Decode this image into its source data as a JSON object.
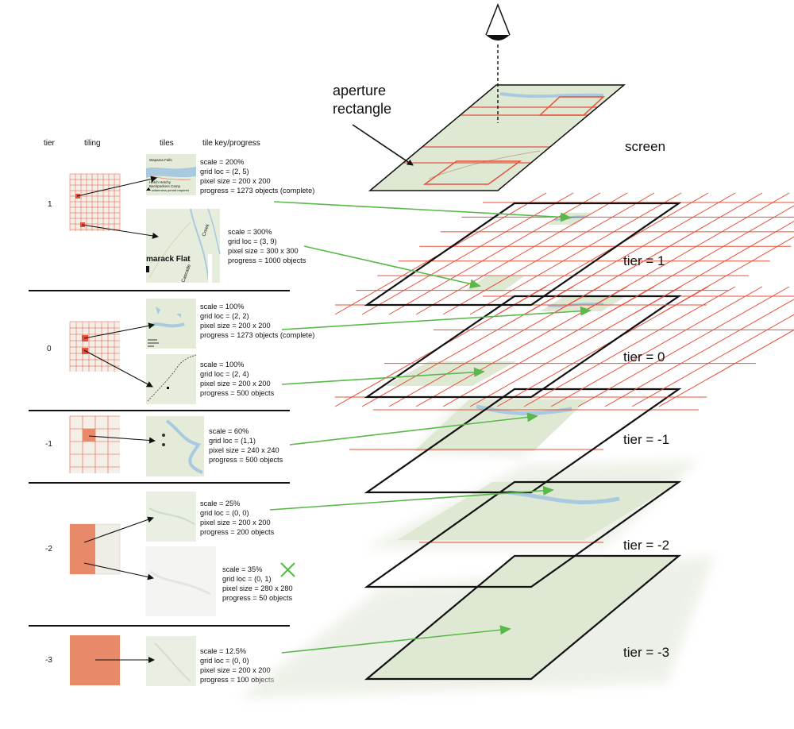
{
  "headers": {
    "tier": "tier",
    "tiling": "tiling",
    "tiles": "tiles",
    "tile_key": "tile key/progress"
  },
  "stack": {
    "aperture_label_line1": "aperture",
    "aperture_label_line2": "rectangle",
    "screen": "screen",
    "tiers": [
      "tier = 1",
      "tier = 0",
      "tier = -1",
      "tier = -2",
      "tier = -3"
    ]
  },
  "map_text": {
    "t1a": [
      "Wapama Falls",
      "Hetch Hetchy",
      "Backpackers Camp",
      "wilderness permit required"
    ],
    "t1b": "marack Flat",
    "t1b_creek": "Creek",
    "t1b_cascade": "Cascade"
  },
  "rows": [
    {
      "tier": "1",
      "tiles": [
        {
          "key": [
            "scale = 200%",
            "grid loc = (2, 5)",
            "pixel size = 200 x 200",
            "progress = 1273 objects (complete)"
          ]
        },
        {
          "key": [
            "scale = 300%",
            "grid loc = (3, 9)",
            "pixel size = 300 x 300",
            "progress = 1000 objects"
          ]
        }
      ]
    },
    {
      "tier": "0",
      "tiles": [
        {
          "key": [
            "scale = 100%",
            "grid loc = (2, 2)",
            "pixel size = 200 x 200",
            "progress = 1273 objects (complete)"
          ]
        },
        {
          "key": [
            "scale = 100%",
            "grid loc = (2, 4)",
            "pixel size = 200 x 200",
            "progress = 500 objects"
          ]
        }
      ]
    },
    {
      "tier": "-1",
      "tiles": [
        {
          "key": [
            "scale = 60%",
            "grid loc = (1,1)",
            "pixel size = 240 x 240",
            "progress = 500 objects"
          ]
        }
      ]
    },
    {
      "tier": "-2",
      "tiles": [
        {
          "key": [
            "scale = 25%",
            "grid loc = (0, 0)",
            "pixel size = 200 x 200",
            "progress = 200 objects"
          ]
        },
        {
          "key": [
            "scale = 35%",
            "grid loc = (0, 1)",
            "pixel size = 280 x 280",
            "progress = 50 objects"
          ]
        }
      ]
    },
    {
      "tier": "-3",
      "tiles": [
        {
          "key": [
            "scale = 12.5%",
            "grid loc = (0, 0)",
            "pixel size = 200 x 200",
            "progress = 100 objects"
          ]
        }
      ]
    }
  ],
  "colors": {
    "grid_red": "#e8503a",
    "tile_fill": "#e8896a",
    "arrow_green": "#5ab84a",
    "map_green": "#dfe8d3",
    "water_blue": "#a9c9df",
    "reject_x": "#5ab84a"
  }
}
